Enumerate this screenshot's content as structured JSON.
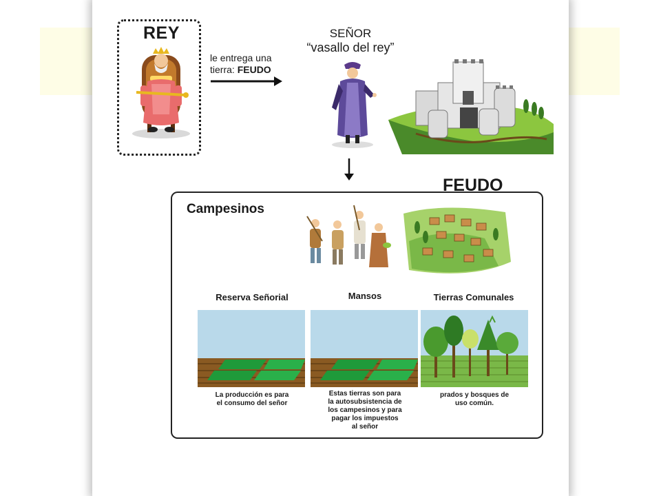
{
  "rey": {
    "label": "REY"
  },
  "entrega": {
    "line1": "le entrega una",
    "line2_prefix": "tierra: ",
    "line2_bold": "FEUDO"
  },
  "senor": {
    "line1": "SEÑOR",
    "line2": "“vasallo del rey”"
  },
  "feudo": {
    "title": "FEUDO"
  },
  "campesinos": {
    "label": "Campesinos"
  },
  "columns": [
    {
      "title": "Reserva Señorial",
      "desc": [
        "La producción es para",
        "el consumo del señor"
      ]
    },
    {
      "title": "Mansos",
      "desc": [
        "Estas tierras son para",
        "la autosubsistencia de",
        "los campesinos y para",
        "pagar los impuestos",
        "al señor"
      ]
    },
    {
      "title": "Tierras Comunales",
      "desc": [
        "prados y bosques de",
        "uso común."
      ]
    }
  ],
  "colors": {
    "sky": "#b9d9ea",
    "field_green": "#1f9a3a",
    "soil": "#8a5a22",
    "forest": "#4a9a2e",
    "band": "#fefde6"
  }
}
